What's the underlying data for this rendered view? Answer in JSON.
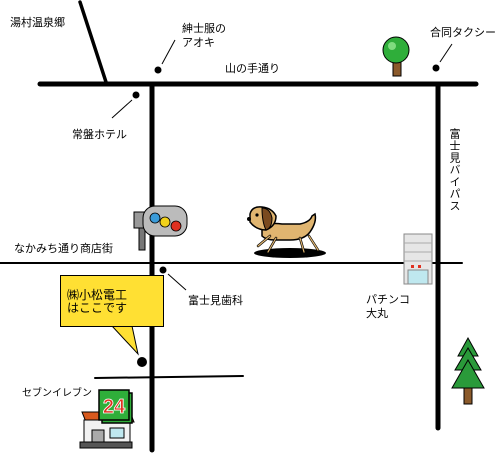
{
  "roads": {
    "yamanote_dori": "山の手通り",
    "nakamichi_dori": "なかみち通り商店街",
    "fujimi_bypass": "富士見バイパス"
  },
  "places": {
    "yumura_onsen": "湯村温泉郷",
    "aoki_line1": "紳士服の",
    "aoki_line2": "アオキ",
    "godo_taxi": "合同タクシー",
    "joban_hotel": "常盤ホテル",
    "fujimi_dental": "富士見歯科",
    "pachinko_line1": "パチンコ",
    "pachinko_line2": "大丸",
    "seven_eleven": "セブンイレブン",
    "store_24": "24"
  },
  "callout": {
    "line1": "㈱小松電工",
    "line2": "はここです",
    "bg_color": "#ffe033"
  },
  "icons": {
    "traffic_light": "traffic-light-icon",
    "dog": "dog-icon",
    "tree": "tree-icon",
    "pine": "pine-tree-icon",
    "building": "building-icon",
    "convenience_store": "convenience-store-icon"
  }
}
